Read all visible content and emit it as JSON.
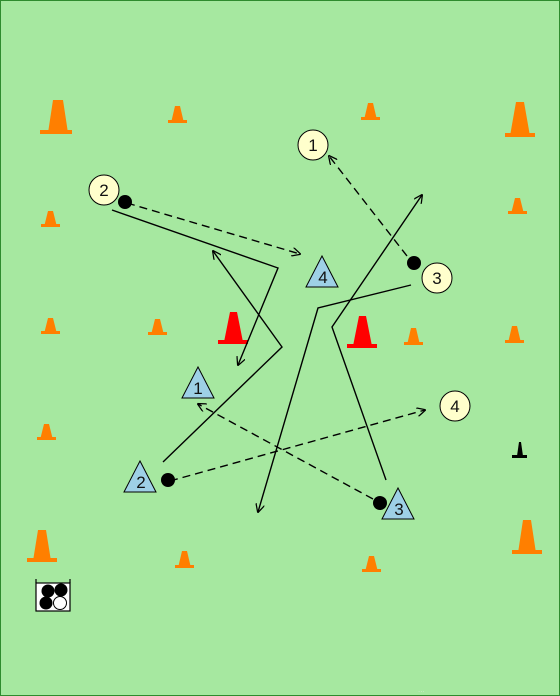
{
  "diagram": {
    "field_color": "#a6e8a0",
    "border_color": "#2e8b2e",
    "players_team_a": [
      {
        "label": "1",
        "color": "#ffffcc"
      },
      {
        "label": "2",
        "color": "#ffffcc"
      },
      {
        "label": "3",
        "color": "#ffffcc"
      },
      {
        "label": "4",
        "color": "#ffffcc"
      }
    ],
    "players_team_b": [
      {
        "label": "1",
        "color": "#9ed0e6"
      },
      {
        "label": "2",
        "color": "#9ed0e6"
      },
      {
        "label": "3",
        "color": "#9ed0e6"
      },
      {
        "label": "4",
        "color": "#9ed0e6"
      }
    ],
    "cone_color": "#ff7f00",
    "goal_cone_color": "#ff0000",
    "flag_color": "#000000",
    "ball_color": "#000000",
    "legend_icon": "ball-bag-icon",
    "attribution": "..."
  }
}
